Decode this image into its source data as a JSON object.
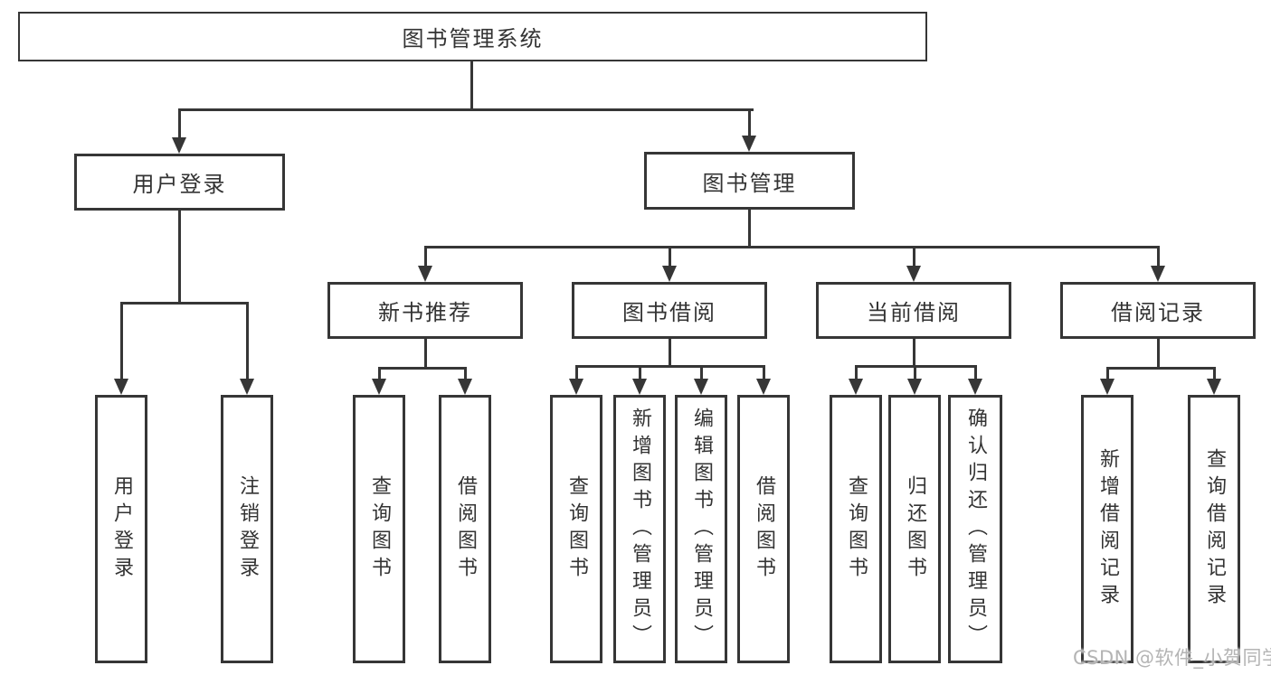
{
  "diagram": {
    "title": "图书管理系统",
    "nodes": {
      "root": "图书管理系统",
      "user_login": "用户登录",
      "book_mgmt": "图书管理",
      "new_books": "新书推荐",
      "book_borrow": "图书借阅",
      "current_borrow": "当前借阅",
      "borrow_records": "借阅记录",
      "leaf_user_login": "用户登录",
      "leaf_logout": "注销登录",
      "leaf_nb_query": "查询图书",
      "leaf_nb_borrow": "借阅图书",
      "leaf_bb_query": "查询图书",
      "leaf_bb_add": "新增图书（管理员）",
      "leaf_bb_edit": "编辑图书（管理员）",
      "leaf_bb_borrow": "借阅图书",
      "leaf_cb_query": "查询图书",
      "leaf_cb_return": "归还图书",
      "leaf_cb_confirm": "确认归还（管理员）",
      "leaf_br_add": "新增借阅记录",
      "leaf_br_query": "查询借阅记录"
    },
    "watermark": "CSDN @软件_小贺同学",
    "colors": {
      "line": "#363636",
      "text": "#333333",
      "watermark_text": "#b4b4b4",
      "background": "#ffffff"
    }
  }
}
